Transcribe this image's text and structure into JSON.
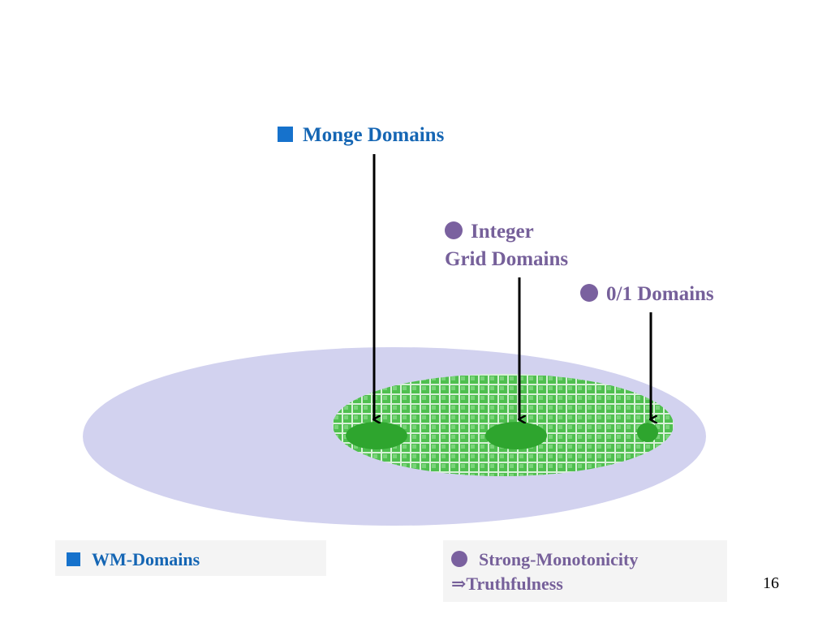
{
  "labels": {
    "monge": "Monge Domains",
    "integer_line1": "Integer",
    "integer_line2": "Grid Domains",
    "zero_one": "0/1 Domains"
  },
  "legend": {
    "wm": "WM-Domains",
    "strong_line1": "Strong-Monotonicity",
    "strong_line2": "⇒Truthfulness"
  },
  "page_number": "16",
  "colors": {
    "blue_text": "#1566b4",
    "purple_text": "#76609a",
    "outer_ellipse": "#d2d2ef",
    "grid_green": "#4fbf4f",
    "inner_blob": "#2ea52e"
  }
}
